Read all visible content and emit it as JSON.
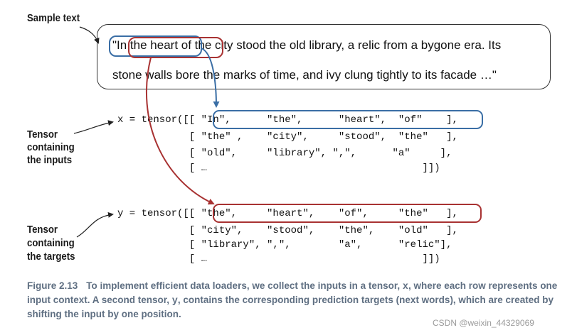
{
  "sample_label": "Sample text",
  "sample_text": {
    "line1": "\"In the heart of the city stood the old library, a relic from a bygone era. Its",
    "line2": "stone walls bore the marks of time, and ivy clung tightly to its facade …\""
  },
  "inputs": {
    "label_lines": [
      "Tensor",
      "containing",
      "the inputs"
    ],
    "rows": [
      "x = tensor([[ \"In\",      \"the\",      \"heart\",  \"of\"    ],",
      "            [ \"the\" ,    \"city\",     \"stood\",  \"the\"   ],",
      "            [ \"old\",     \"library\", \",\",      \"a\"     ],",
      "            [ …                                    ]])"
    ]
  },
  "targets": {
    "label_lines": [
      "Tensor",
      "containing",
      "the targets"
    ],
    "rows": [
      "y = tensor([[ \"the\",     \"heart\",    \"of\",     \"the\"   ],",
      "            [ \"city\",    \"stood\",    \"the\",    \"old\"   ],",
      "            [ \"library\", \",\",        \"a\",      \"relic\"],",
      "            [ …                                    ]])"
    ]
  },
  "caption": {
    "number": "Figure 2.13",
    "text_a": "To implement efficient data loaders, we collect the inputs in a tensor, ",
    "var_x": "x",
    "text_b": ", where each row represents one input context. A second tensor, ",
    "var_y": "y",
    "text_c": ", contains the corresponding prediction targets (next words), which are created by shifting the input by one position."
  },
  "watermark": "CSDN @weixin_44329069",
  "colors": {
    "input_highlight": "#3a6ea5",
    "target_highlight": "#a83232"
  }
}
